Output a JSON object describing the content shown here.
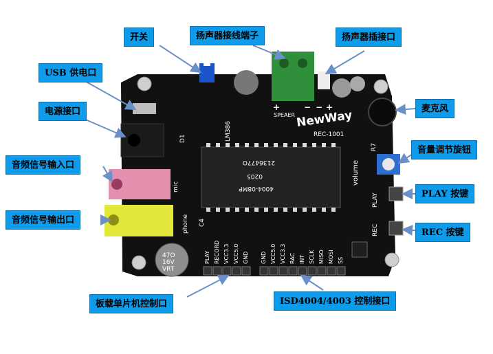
{
  "callouts": {
    "switch": "开关",
    "speaker_terminal": "扬声器接线端子",
    "speaker_socket": "扬声器插接口",
    "usb_power": "USB 供电口",
    "power_jack": "电源接口",
    "audio_in": "音频信号输入口",
    "audio_out": "音频信号输出口",
    "microphone": "麦克风",
    "volume_knob": "音量调节旋钮",
    "play_key": "PLAY 按键",
    "rec_key": "REC 按键",
    "mcu_header": "板载单片机控制口",
    "isd_header": "ISD4004/4003  控制接口"
  },
  "silkscreen": {
    "brand": "NewWay",
    "model": "REC-1001",
    "speaker": "SPEAER",
    "plus": "+",
    "minus": "−",
    "lm386": "LM386",
    "chip_top": "2136477O",
    "chip_mid": "0205",
    "chip_bottom": "4004-08MP",
    "volume": "volume",
    "play": "PLAY",
    "rec": "REC",
    "mic": "mic",
    "phone": "phone",
    "c4": "C4",
    "d1": "D1",
    "r7": "R7",
    "cap_small": "47O 16V VRT",
    "cap_big_1": "47O",
    "cap_big_2": "16V",
    "cap_big_3": "VRT",
    "left_pins": [
      "PLAY",
      "RECORD",
      "VCC3.3",
      "VCC5.0",
      "GND"
    ],
    "right_pins": [
      "GND",
      "VCC5.0",
      "VCC3.3",
      "RAC",
      "INT",
      "SCLK",
      "MISO",
      "MOSI",
      "SS"
    ]
  },
  "colors": {
    "callout_bg": "#0d9bea",
    "board": "#111111",
    "pink_jack": "#e58fae",
    "yellow_jack": "#e2e83a",
    "terminal": "#2f8f3a",
    "chip": "#222222"
  }
}
